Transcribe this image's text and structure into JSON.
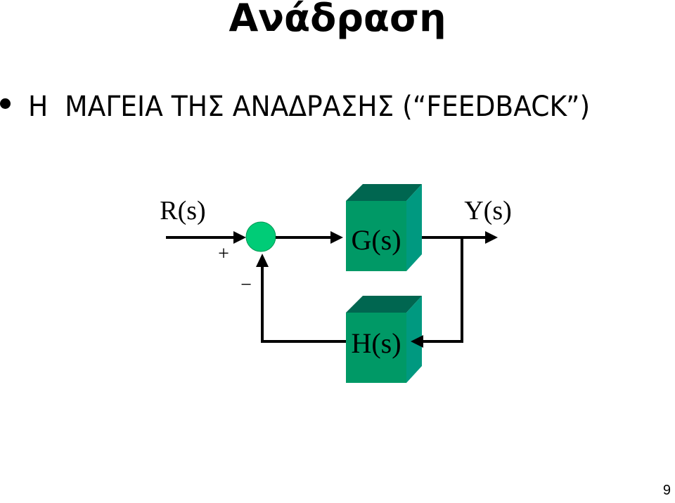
{
  "slide": {
    "title": "Ανάδραση",
    "bullet": "H  ΜΑΓΕΙΑ ΤΗΣ ΑΝΑΔΡΑΣΗΣ (“FEEDBACK”)",
    "page_number": "9"
  },
  "diagram": {
    "input_label": "R(s)",
    "output_label": "Y(s)",
    "forward_block": "G(s)",
    "feedback_block": "H(s)",
    "plus_sign": "+",
    "minus_sign": "−",
    "colors": {
      "block_front": "#009966",
      "block_top": "#006650",
      "block_side": "#009980",
      "summing_junction": "#00cc77",
      "line": "#000000"
    }
  }
}
